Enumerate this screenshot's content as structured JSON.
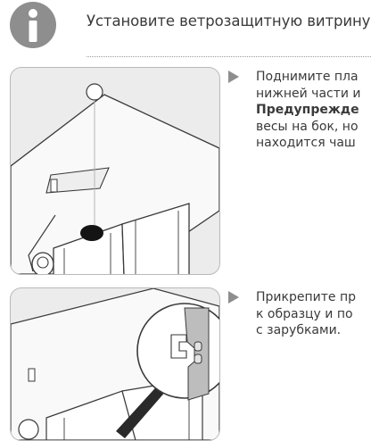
{
  "header": {
    "icon": "info-icon",
    "badge_color": "#8e8e8e",
    "title": "Установите ветрозащитную витрину."
  },
  "steps": [
    {
      "marker_icon": "triangle-right-icon",
      "illustration": "scale-top-weighing-pan-plate-illustration",
      "lines": [
        "Поднимите пла",
        "нижней части и",
        "Предупрежде",
        "весы на бок, но",
        "находится чаш"
      ]
    },
    {
      "marker_icon": "triangle-right-icon",
      "illustration": "draft-shield-notch-detail-illustration",
      "lines": [
        "Прикрепите пр",
        "к образцу и по",
        "с зарубками."
      ]
    }
  ]
}
